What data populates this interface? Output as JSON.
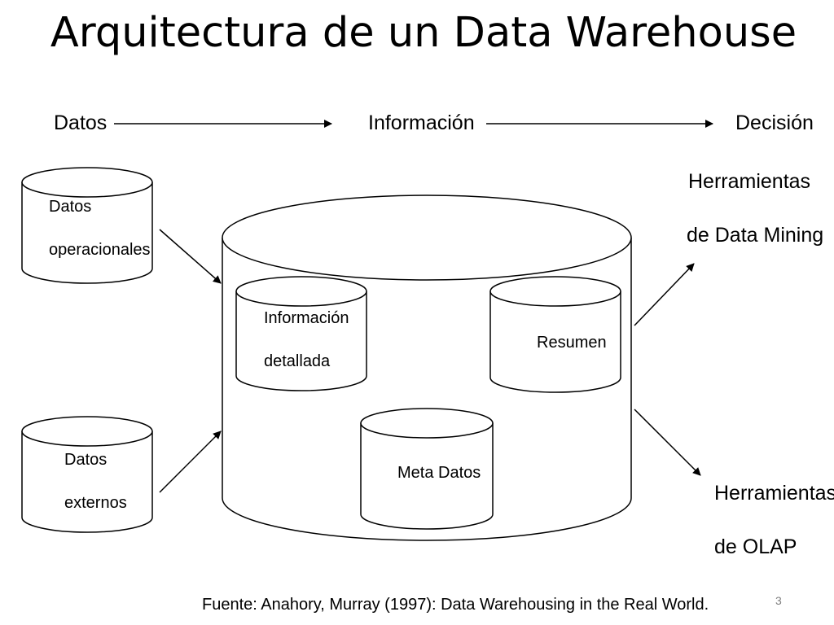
{
  "title": "Arquitectura de un Data Warehouse",
  "flow": {
    "datos": "Datos",
    "informacion": "Información",
    "decision": "Decisión"
  },
  "sources": {
    "operational_line1": "Datos",
    "operational_line2": "operacionales",
    "external_line1": "Datos",
    "external_line2": "externos"
  },
  "warehouse": {
    "detailed_line1": "Información",
    "detailed_line2": "detallada",
    "summary": "Resumen",
    "metadata": "Meta Datos"
  },
  "tools": {
    "mining_line1": "Herramientas",
    "mining_line2": "de Data Mining",
    "olap_line1": "Herramientas",
    "olap_line2": "de OLAP"
  },
  "source_citation": "Fuente: Anahory, Murray (1997): Data Warehousing in the Real World.",
  "page_number": "3"
}
